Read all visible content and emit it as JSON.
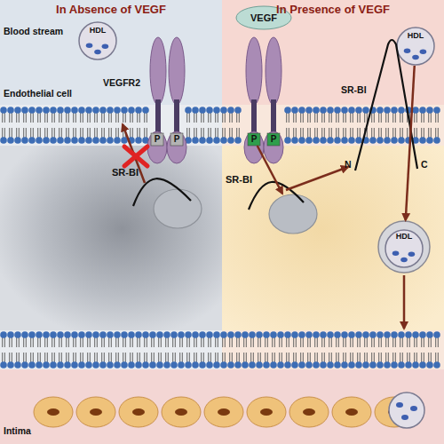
{
  "diagram": {
    "nodes": [
      {
        "text": [
          "In Absence of VEGF"
        ]
      },
      {
        "text": [
          "HDL"
        ],
        "in": 0
      },
      {
        "text": [
          "P"
        ],
        "in": 0
      },
      {
        "text": [
          "P"
        ],
        "in": 0
      },
      {
        "text": [
          "SR-BI"
        ],
        "in": 0
      },
      {
        "text": [
          "In Presence of VEGF"
        ]
      },
      {
        "text": [
          "VEGF"
        ],
        "in": 5
      },
      {
        "text": [
          "HDL"
        ],
        "in": 5
      },
      {
        "text": [
          "P"
        ],
        "in": 5
      },
      {
        "text": [
          "P"
        ],
        "in": 5
      },
      {
        "text": [
          "SR-BI"
        ],
        "in": 5
      },
      {
        "text": [
          "HDL"
        ],
        "in": 5
      }
    ],
    "edges": [
      {
        "from": 8,
        "to": 10,
        "arrow": "to"
      },
      {
        "from": 7,
        "to": 11,
        "arrow": "to"
      }
    ],
    "labels": [
      "Blood stream",
      "Endothelial cell",
      "Intima",
      "VEGFR2",
      "SR-BI",
      "N",
      "C"
    ]
  }
}
